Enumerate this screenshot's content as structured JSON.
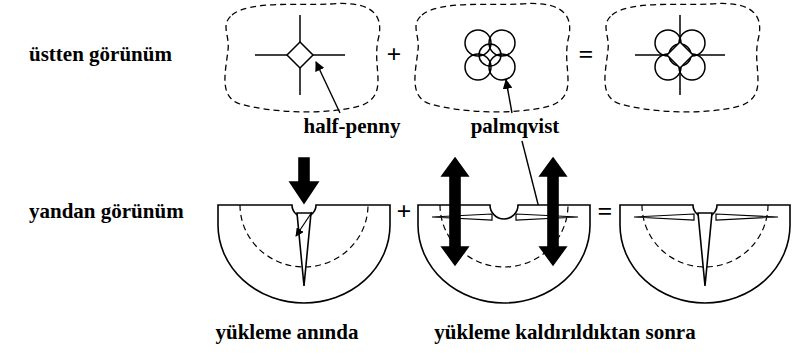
{
  "diagram": {
    "labels": [
      "üstten görünüm",
      "+",
      "=",
      "half-penny",
      "palmqvist",
      "yandan görünüm",
      "+",
      "=",
      "yükleme anında",
      "yükleme kaldırıldıktan sonra"
    ]
  }
}
